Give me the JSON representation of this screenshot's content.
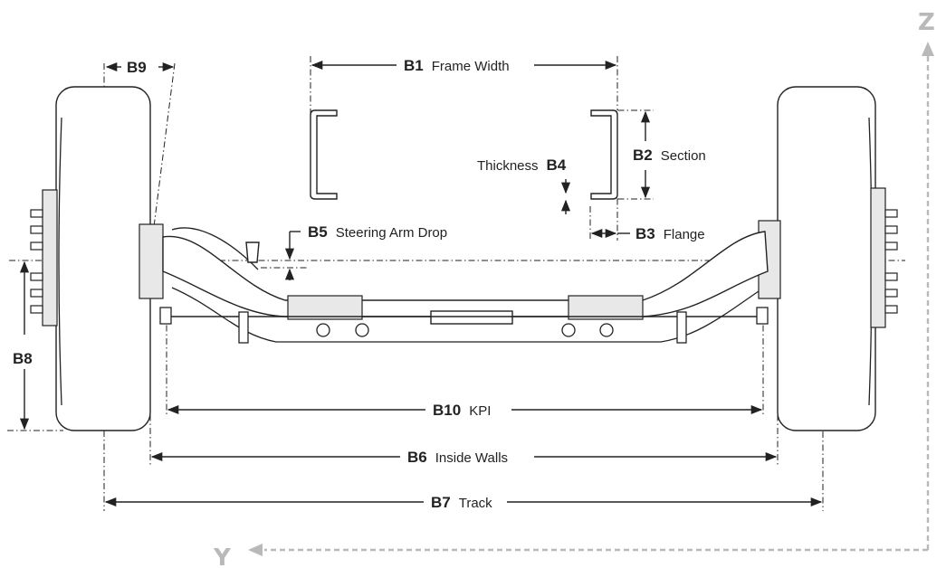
{
  "axes": {
    "z": "Z",
    "y": "Y"
  },
  "dimensions": {
    "b1": {
      "code": "B1",
      "label": "Frame Width"
    },
    "b2": {
      "code": "B2",
      "label": "Section"
    },
    "b3": {
      "code": "B3",
      "label": "Flange"
    },
    "b4": {
      "code": "B4",
      "label": "Thickness"
    },
    "b5": {
      "code": "B5",
      "label": "Steering Arm Drop"
    },
    "b6": {
      "code": "B6",
      "label": "Inside Walls"
    },
    "b7": {
      "code": "B7",
      "label": "Track"
    },
    "b8": {
      "code": "B8",
      "label": ""
    },
    "b9": {
      "code": "B9",
      "label": ""
    },
    "b10": {
      "code": "B10",
      "label": "KPI"
    }
  }
}
